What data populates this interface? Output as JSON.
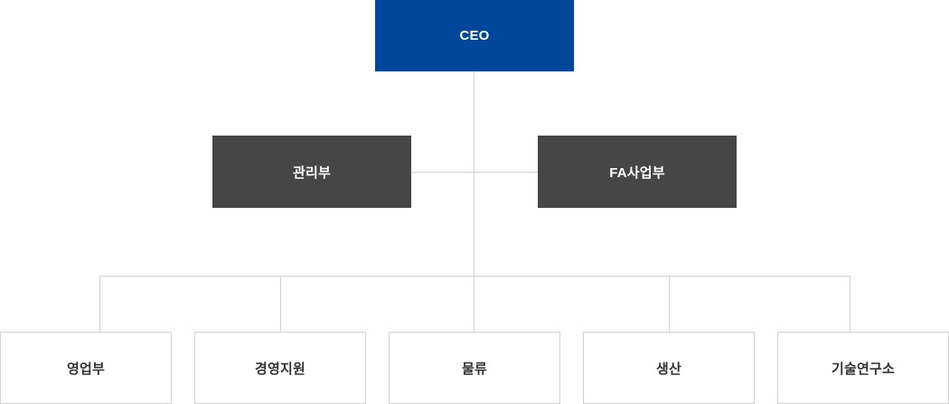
{
  "chart_data": {
    "type": "diagram",
    "title": "",
    "orientation": "top-down",
    "nodes": [
      {
        "id": "ceo",
        "label": "CEO",
        "level": 0,
        "color": "#00469b",
        "text_color": "#ffffff"
      },
      {
        "id": "mgmt",
        "label": "관리부",
        "level": 1,
        "color": "#464646",
        "text_color": "#ffffff"
      },
      {
        "id": "fa",
        "label": "FA사업부",
        "level": 1,
        "color": "#464646",
        "text_color": "#ffffff"
      },
      {
        "id": "sales",
        "label": "영업부",
        "level": 2,
        "color": "#ffffff",
        "text_color": "#333333"
      },
      {
        "id": "support",
        "label": "경영지원",
        "level": 2,
        "color": "#ffffff",
        "text_color": "#333333"
      },
      {
        "id": "logistics",
        "label": "물류",
        "level": 2,
        "color": "#ffffff",
        "text_color": "#333333"
      },
      {
        "id": "production",
        "label": "생산",
        "level": 2,
        "color": "#ffffff",
        "text_color": "#333333"
      },
      {
        "id": "rnd",
        "label": "기술연구소",
        "level": 2,
        "color": "#ffffff",
        "text_color": "#333333"
      }
    ],
    "edges": [
      {
        "from": "ceo",
        "to": "mgmt"
      },
      {
        "from": "ceo",
        "to": "fa"
      },
      {
        "from": "ceo",
        "to": "sales"
      },
      {
        "from": "ceo",
        "to": "support"
      },
      {
        "from": "ceo",
        "to": "logistics"
      },
      {
        "from": "ceo",
        "to": "production"
      },
      {
        "from": "ceo",
        "to": "rnd"
      }
    ],
    "line_color": "#d2d2d2"
  },
  "chart": {
    "root": {
      "label": "CEO"
    },
    "divisions": [
      {
        "label": "관리부"
      },
      {
        "label": "FA사업부"
      }
    ],
    "teams": [
      {
        "label": "영업부"
      },
      {
        "label": "경영지원"
      },
      {
        "label": "물류"
      },
      {
        "label": "생산"
      },
      {
        "label": "기술연구소"
      }
    ]
  }
}
